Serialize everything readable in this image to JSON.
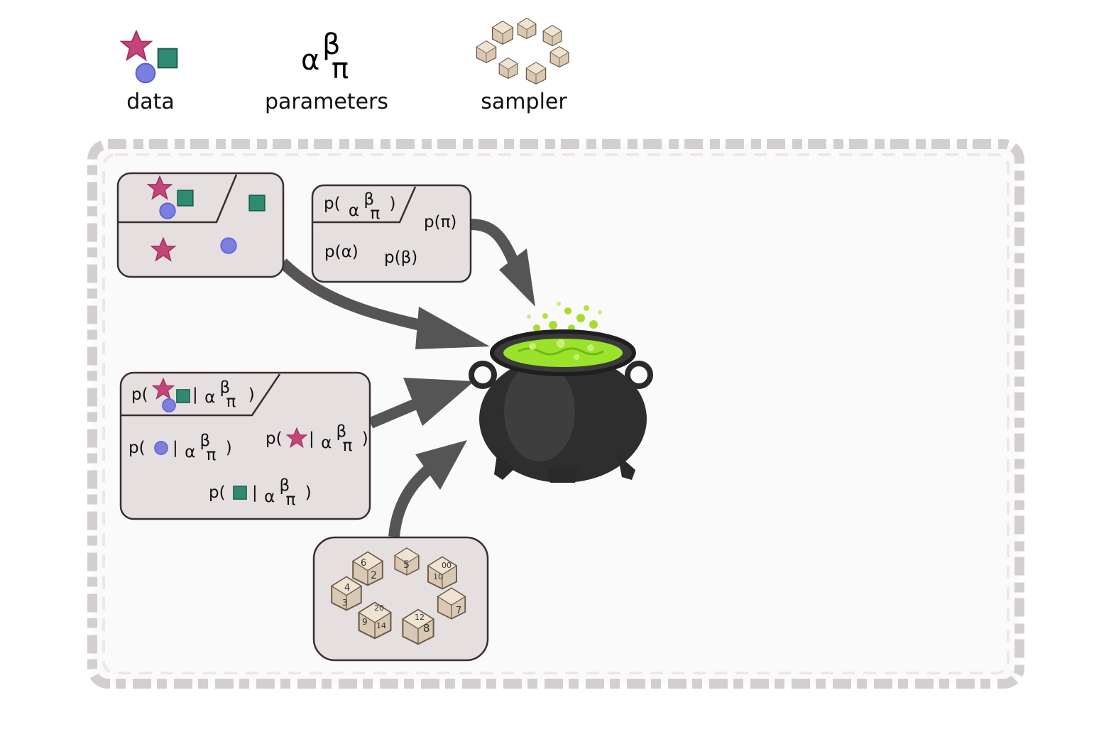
{
  "legend": {
    "data_label": "data",
    "parameters_label": "parameters",
    "sampler_label": "sampler",
    "greek": {
      "alpha": "α",
      "beta": "β",
      "pi": "π"
    }
  },
  "prior_box": {
    "header": {
      "open": "p(",
      "close": ")"
    },
    "items": [
      "p(π)",
      "p(α)",
      "p(β)"
    ]
  },
  "likelihood_box": {
    "header": {
      "open": "p(",
      "bar": "|",
      "close": ")"
    },
    "items": [
      {
        "open": "p(",
        "bar": "|",
        "close": ")"
      },
      {
        "open": "p(",
        "bar": "|",
        "close": ")"
      },
      {
        "open": "p(",
        "bar": "|",
        "close": ")"
      }
    ]
  },
  "dice_numbers": [
    "6",
    "2",
    "5",
    "4",
    "3",
    "20",
    "9",
    "14",
    "12",
    "8",
    "10",
    "7",
    "00"
  ],
  "colors": {
    "star": "#c4457a",
    "circle": "#7b7fe0",
    "square": "#2e8a70",
    "box_fill": "#e5dfdf",
    "box_stroke": "#3a2e2e",
    "arrow": "#555555",
    "potion": "#9be22a",
    "cauldron": "#2a2a2a"
  }
}
